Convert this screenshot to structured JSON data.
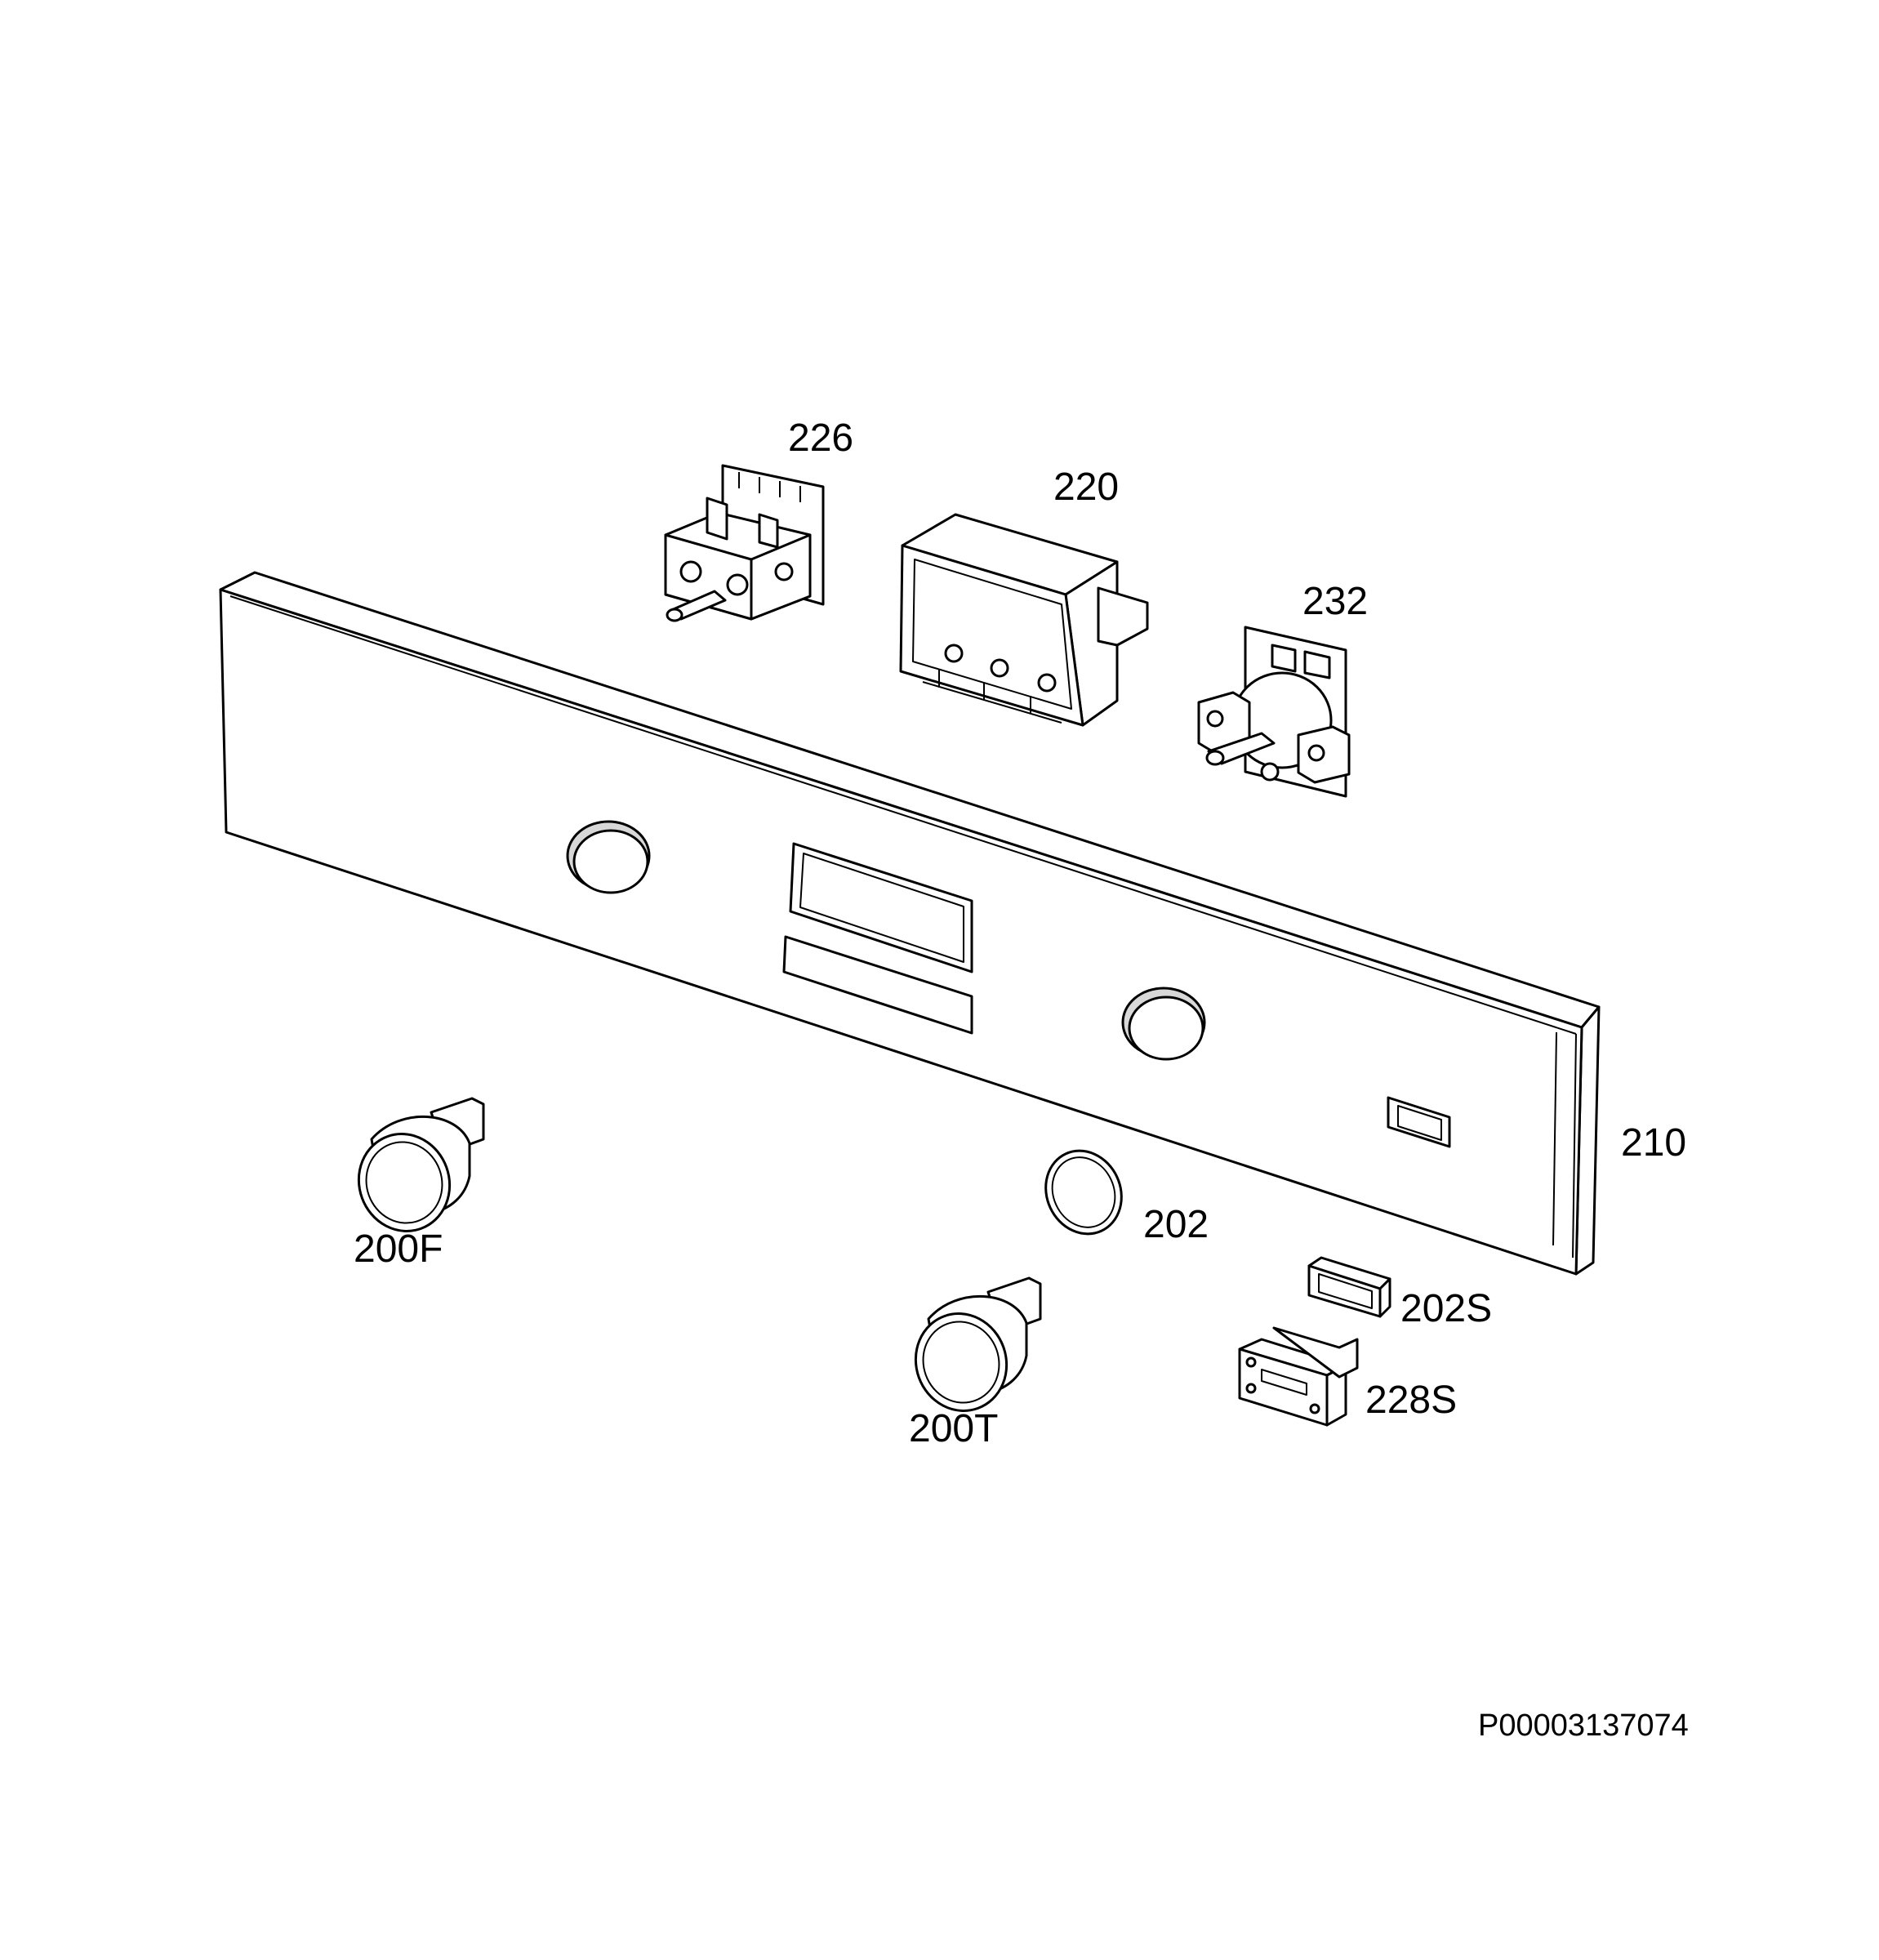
{
  "labels": {
    "p226": "226",
    "p220": "220",
    "p232": "232",
    "p210": "210",
    "p202": "202",
    "p200f": "200F",
    "p200t": "200T",
    "p202s": "202S",
    "p228s": "228S"
  },
  "document_number": "P00003137074"
}
